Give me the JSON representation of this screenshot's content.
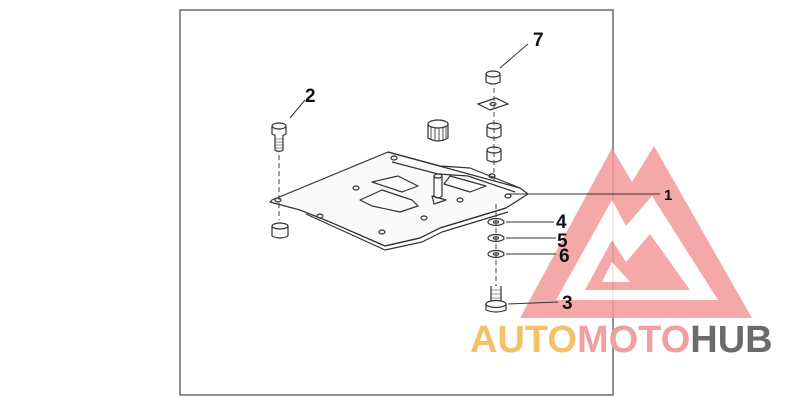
{
  "diagram": {
    "callouts": [
      {
        "id": "1",
        "label": "1"
      },
      {
        "id": "2",
        "label": "2"
      },
      {
        "id": "3",
        "label": "3"
      },
      {
        "id": "4",
        "label": "4"
      },
      {
        "id": "5",
        "label": "5"
      },
      {
        "id": "6",
        "label": "6"
      },
      {
        "id": "7",
        "label": "7"
      }
    ]
  },
  "watermark": {
    "part1": "AUTO",
    "part2": "MOTO",
    "part3": "HUB",
    "colors": {
      "auto": "#f5c068",
      "moto": "#f0a0a0",
      "hub": "#6b6b6b",
      "triangle": "#f08080"
    }
  }
}
